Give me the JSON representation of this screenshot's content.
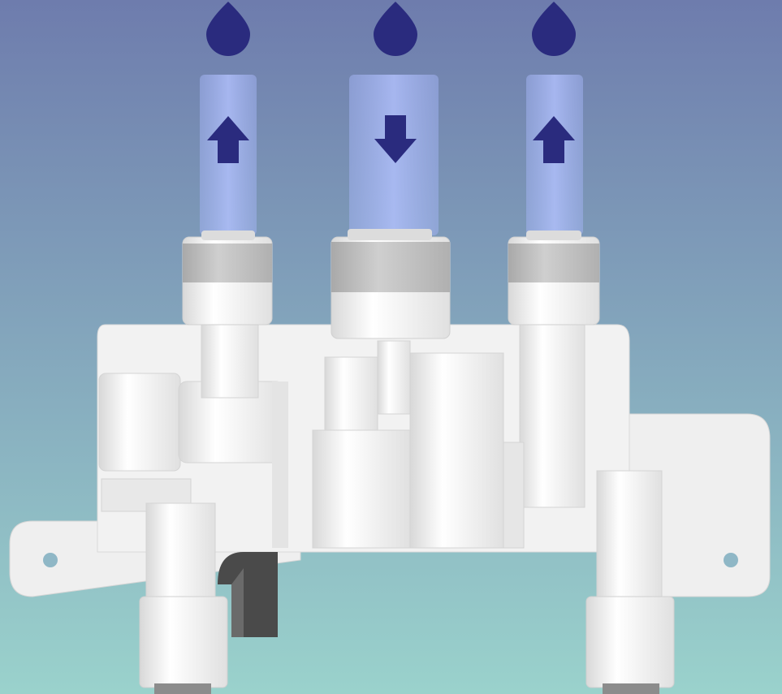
{
  "colors": {
    "background_top": "#6e7cad",
    "background_bottom": "#9ad2cc",
    "drop_and_arrow": "#2a2b7e",
    "tube_fill": "#8fa4e8",
    "housing": "#f2f2f2",
    "housing_shadow": "#c9c9c9",
    "fitting_band": "#bdbdbd",
    "dark_bracket": "#4a4a4a"
  },
  "ports": [
    {
      "position": "left",
      "flow_direction": "up",
      "icons": [
        "water-drop-icon",
        "arrow-up-icon"
      ]
    },
    {
      "position": "center",
      "flow_direction": "down",
      "icons": [
        "water-drop-icon",
        "arrow-down-icon"
      ]
    },
    {
      "position": "right",
      "flow_direction": "up",
      "icons": [
        "water-drop-icon",
        "arrow-up-icon"
      ]
    }
  ]
}
